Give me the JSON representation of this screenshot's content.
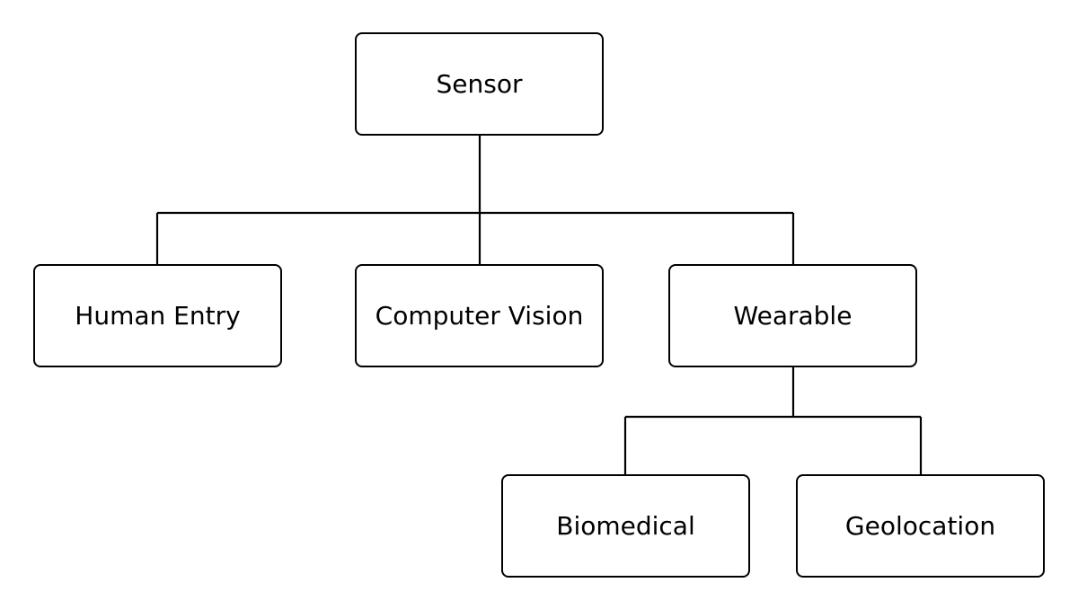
{
  "diagram": {
    "type": "tree",
    "nodes": [
      {
        "id": "sensor",
        "label": "Sensor"
      },
      {
        "id": "human-entry",
        "label": "Human Entry",
        "parent": "sensor"
      },
      {
        "id": "computer-vision",
        "label": "Computer Vision",
        "parent": "sensor"
      },
      {
        "id": "wearable",
        "label": "Wearable",
        "parent": "sensor"
      },
      {
        "id": "biomedical",
        "label": "Biomedical",
        "parent": "wearable"
      },
      {
        "id": "geolocation",
        "label": "Geolocation",
        "parent": "wearable"
      }
    ],
    "colors": {
      "stroke": "#000000",
      "fill": "#ffffff",
      "text": "#000000"
    }
  }
}
